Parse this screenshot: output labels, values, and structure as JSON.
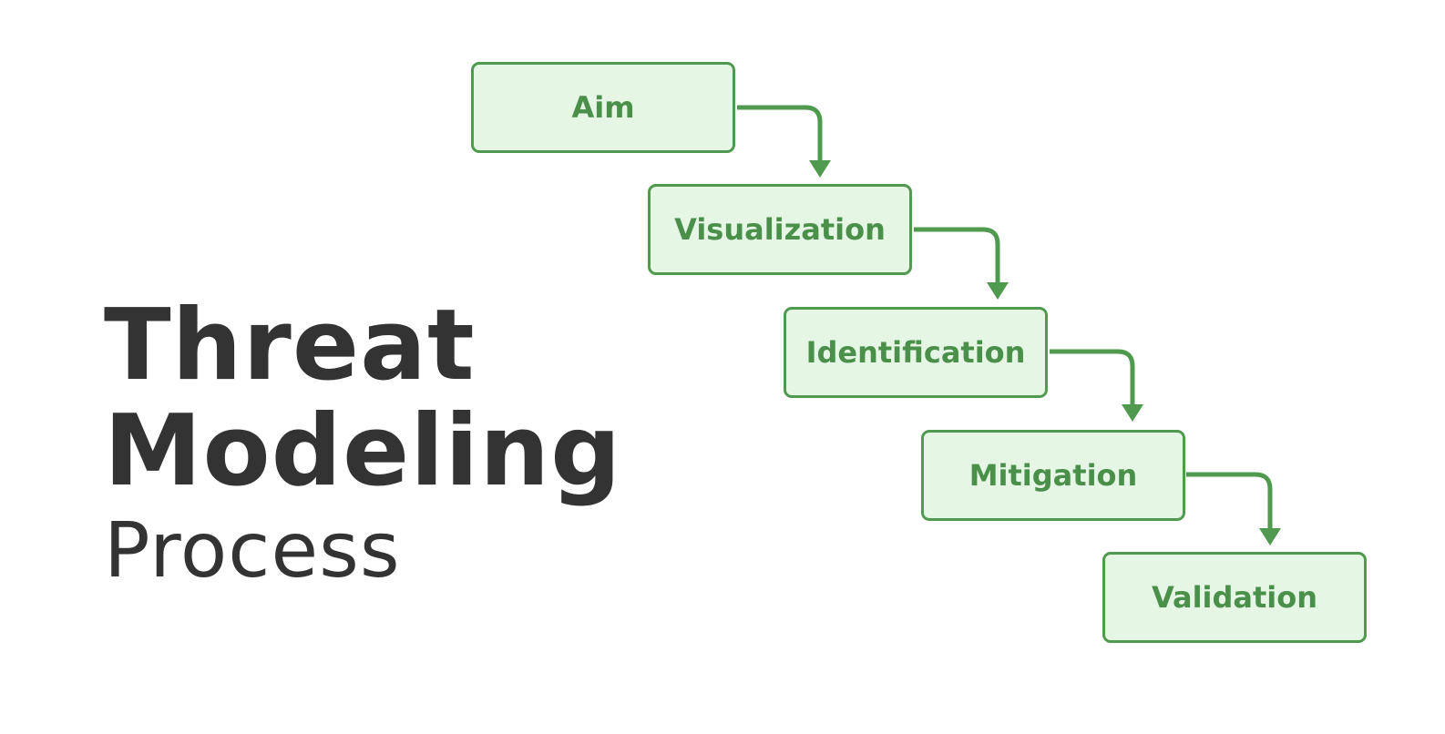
{
  "title": {
    "line1": "Threat",
    "line2": "Modeling",
    "line3": "Process"
  },
  "steps": [
    {
      "label": "Aim"
    },
    {
      "label": "Visualization"
    },
    {
      "label": "Identification"
    },
    {
      "label": "Mitigation"
    },
    {
      "label": "Validation"
    }
  ],
  "colors": {
    "title": "#333333",
    "box_fill": "#e5f6e5",
    "box_border": "#4f9a4f",
    "box_text": "#4a8f4a",
    "arrow": "#4f9a4f"
  }
}
